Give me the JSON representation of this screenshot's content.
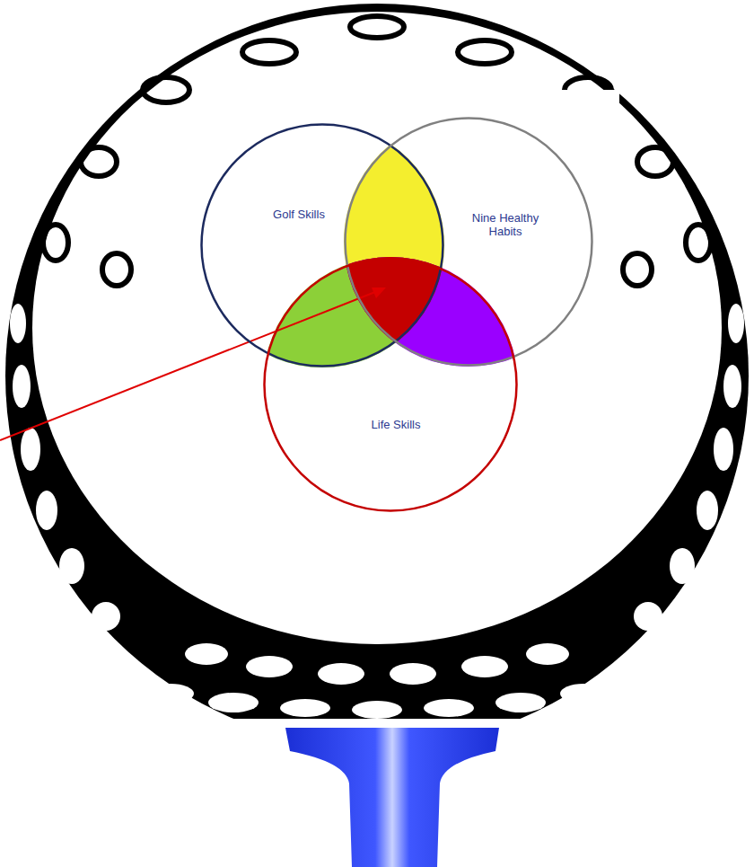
{
  "diagram": {
    "nodes": [
      {
        "text": [
          "Golf Skills"
        ]
      },
      {
        "text": [
          "Nine Healthy Habits"
        ]
      },
      {
        "text": [
          "Life Skills"
        ]
      }
    ]
  }
}
